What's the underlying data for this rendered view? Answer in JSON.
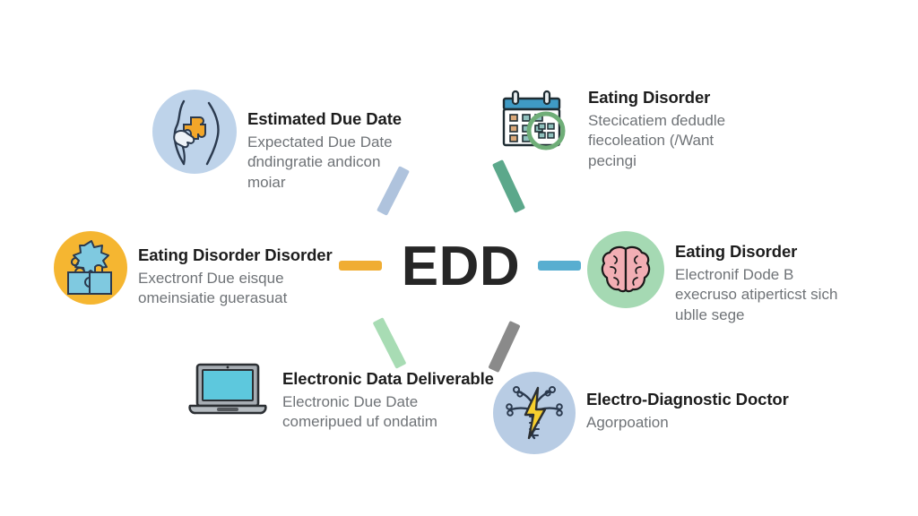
{
  "hub": {
    "label": "EDD"
  },
  "colors": {
    "background": "#ffffff",
    "hub_text": "#262626",
    "title_text": "#1d1d1d",
    "subtitle_text": "#6f7377",
    "connector_orange": "#f0ad33",
    "connector_blue": "#58aed0",
    "connector_lightblue": "#afc3dd",
    "connector_green": "#5ca88b",
    "connector_lightgreen": "#a8dcb4",
    "connector_gray": "#8a8a8a",
    "circle_lavender": "#bed3ea",
    "circle_orange": "#f5b631",
    "circle_mintgreen": "#a5d9b3",
    "circle_paleblue": "#b8cce4",
    "puzzle_orange": "#f2a629",
    "puzzle_blue": "#7fc9e0",
    "brain_pink": "#f2aeb4",
    "laptop_screen": "#5dc8dd",
    "laptop_body": "#a7adb3",
    "calendar_header": "#3f9ac4",
    "magnifier_green": "#6fae78",
    "bolt_yellow": "#f7cf2e"
  },
  "nodes": [
    {
      "id": "edd",
      "icon": "pregnant-belly-puzzle-icon",
      "title": "Estimated Due Date",
      "subtitle_lines": [
        "Expectated Due Date",
        "ɗndingratie andicon",
        "moiar"
      ]
    },
    {
      "id": "calendar",
      "icon": "calendar-magnifier-icon",
      "title": "Eating Disorder",
      "subtitle_lines": [
        "Stecicatiem ɗedudle",
        "fiecoleation (/Want",
        "pecingi"
      ]
    },
    {
      "id": "puzzle",
      "icon": "puzzle-pieces-icon",
      "title": "Eating Disorder Disorder",
      "subtitle_lines": [
        "Exectronf Due eisque",
        "omeinsiatie guerasuat"
      ]
    },
    {
      "id": "brain",
      "icon": "brain-icon",
      "title": "Eating Disorder",
      "subtitle_lines": [
        "Electronif Dode B",
        "execruso atiperticst sich",
        "ublle sege"
      ]
    },
    {
      "id": "laptop",
      "icon": "laptop-icon",
      "title": "Electronic Data Deliverable",
      "subtitle_lines": [
        "Electronic Due Date",
        "comeripued uf ondatim"
      ]
    },
    {
      "id": "bolt",
      "icon": "nerve-lightning-icon",
      "title": "Electro-Diagnostic Doctor",
      "subtitle_lines": [
        "Agorpoation"
      ]
    }
  ],
  "connectors": [
    {
      "id": "left-horizontal",
      "color": "#f0ad33"
    },
    {
      "id": "right-horizontal",
      "color": "#58aed0"
    },
    {
      "id": "upper-left-diagonal",
      "color": "#afc3dd"
    },
    {
      "id": "upper-right-diagonal",
      "color": "#5ca88b"
    },
    {
      "id": "lower-left-diagonal",
      "color": "#a8dcb4"
    },
    {
      "id": "lower-right-diagonal",
      "color": "#8a8a8a"
    }
  ]
}
